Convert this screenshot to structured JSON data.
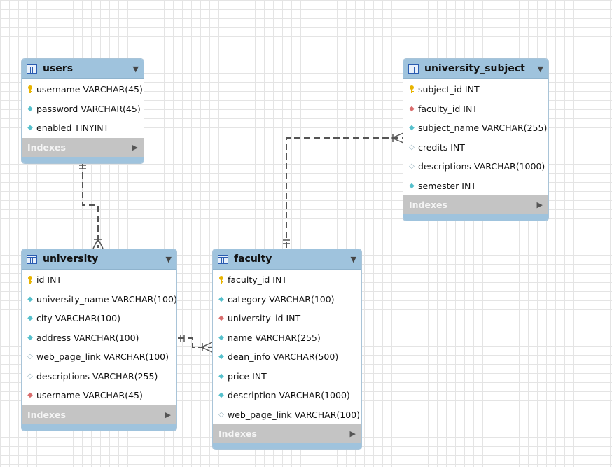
{
  "tables": {
    "users": {
      "name": "users",
      "collapse_icon": "triangle-down",
      "columns": [
        {
          "icon": "primary-key-icon",
          "text": "username VARCHAR(45)"
        },
        {
          "icon": "column-icon",
          "text": "password VARCHAR(45)"
        },
        {
          "icon": "column-icon",
          "text": "enabled TINYINT"
        }
      ],
      "indexes_label": "Indexes"
    },
    "university_subject": {
      "name": "university_subject",
      "collapse_icon": "triangle-down",
      "columns": [
        {
          "icon": "primary-key-icon",
          "text": "subject_id INT"
        },
        {
          "icon": "foreign-key-icon",
          "text": "faculty_id INT"
        },
        {
          "icon": "column-icon",
          "text": "subject_name VARCHAR(255)"
        },
        {
          "icon": "nullable-column-icon",
          "text": "credits INT"
        },
        {
          "icon": "nullable-column-icon",
          "text": "descriptions VARCHAR(1000)"
        },
        {
          "icon": "column-icon",
          "text": "semester INT"
        }
      ],
      "indexes_label": "Indexes"
    },
    "university": {
      "name": "university",
      "collapse_icon": "triangle-down",
      "columns": [
        {
          "icon": "primary-key-icon",
          "text": "id INT"
        },
        {
          "icon": "column-icon",
          "text": "university_name VARCHAR(100)"
        },
        {
          "icon": "column-icon",
          "text": "city VARCHAR(100)"
        },
        {
          "icon": "column-icon",
          "text": "address VARCHAR(100)"
        },
        {
          "icon": "nullable-column-icon",
          "text": "web_page_link VARCHAR(100)"
        },
        {
          "icon": "nullable-column-icon",
          "text": "descriptions VARCHAR(255)"
        },
        {
          "icon": "foreign-key-icon",
          "text": "username VARCHAR(45)"
        }
      ],
      "indexes_label": "Indexes"
    },
    "faculty": {
      "name": "faculty",
      "collapse_icon": "triangle-down",
      "columns": [
        {
          "icon": "primary-key-icon",
          "text": "faculty_id INT"
        },
        {
          "icon": "column-icon",
          "text": "category VARCHAR(100)"
        },
        {
          "icon": "foreign-key-icon",
          "text": "university_id INT"
        },
        {
          "icon": "column-icon",
          "text": "name VARCHAR(255)"
        },
        {
          "icon": "column-icon",
          "text": "dean_info VARCHAR(500)"
        },
        {
          "icon": "column-icon",
          "text": "price INT"
        },
        {
          "icon": "column-icon",
          "text": "description VARCHAR(1000)"
        },
        {
          "icon": "nullable-column-icon",
          "text": "web_page_link VARCHAR(100)"
        }
      ],
      "indexes_label": "Indexes"
    }
  },
  "relationships": [
    {
      "from": "users",
      "to": "university",
      "cardinality": "one-to-many"
    },
    {
      "from": "university",
      "to": "faculty",
      "cardinality": "one-to-many"
    },
    {
      "from": "faculty",
      "to": "university_subject",
      "cardinality": "one-to-many"
    }
  ],
  "colors": {
    "header": "#9fc3dd",
    "indexes_bar": "#c4c4c4",
    "connector": "#555555",
    "primary_key": "#e8b400",
    "foreign_key": "#d96c6c",
    "column": "#55c0cc",
    "nullable_column": "#98b4c0"
  }
}
